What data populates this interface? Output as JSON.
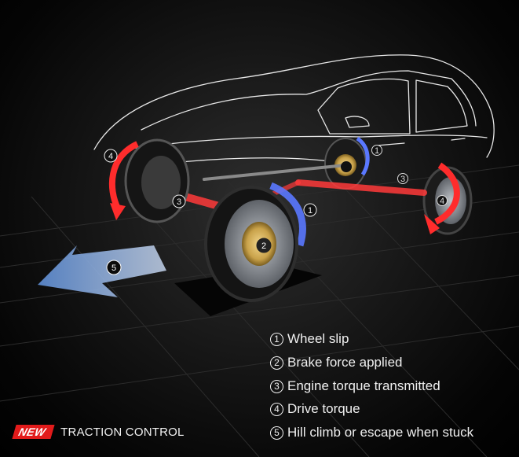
{
  "badge": {
    "new_label": "NEW",
    "title": "TRACTION CONTROL"
  },
  "legend": [
    {
      "num": "1",
      "label": "Wheel slip"
    },
    {
      "num": "2",
      "label": "Brake force applied"
    },
    {
      "num": "3",
      "label": "Engine torque transmitted"
    },
    {
      "num": "4",
      "label": "Drive torque"
    },
    {
      "num": "5",
      "label": "Hill climb or escape when stuck"
    }
  ],
  "markers": [
    "1",
    "2",
    "3",
    "4",
    "5"
  ],
  "colors": {
    "accent_red": "#e21b1b",
    "torque_red": "#ff3a3a",
    "slip_blue": "#5a78ff",
    "arrow_blue": "#6f96d8",
    "brake_gold": "#c9a24a"
  }
}
